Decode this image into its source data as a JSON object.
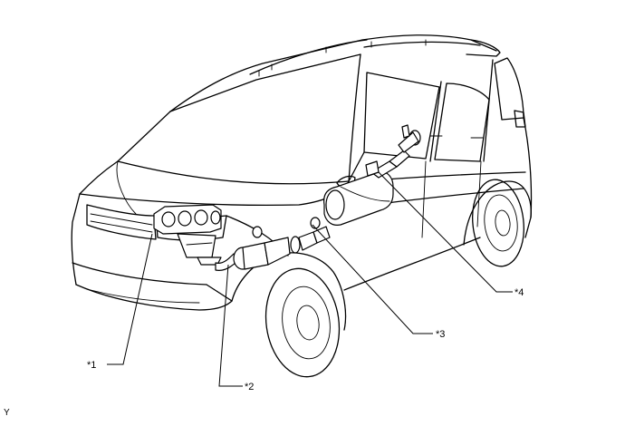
{
  "callouts": [
    {
      "id": "1",
      "label": "*1"
    },
    {
      "id": "2",
      "label": "*2"
    },
    {
      "id": "3",
      "label": "*3"
    },
    {
      "id": "4",
      "label": "*4"
    }
  ],
  "corner_mark": "Y"
}
